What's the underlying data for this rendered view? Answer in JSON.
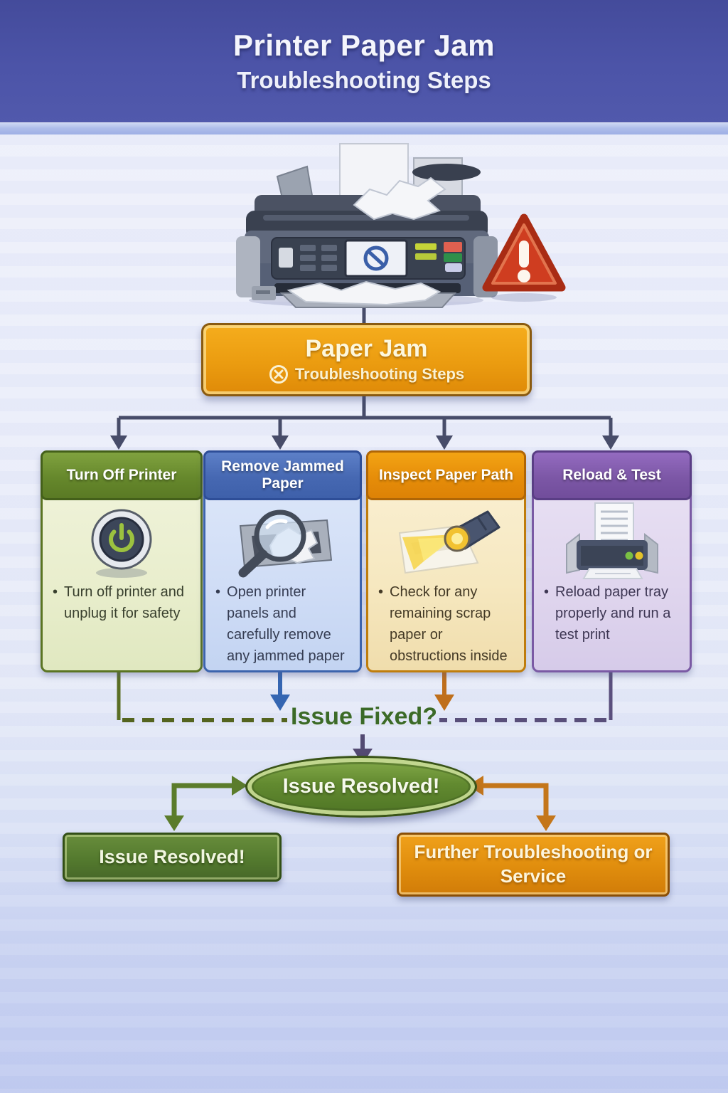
{
  "header": {
    "title": "Printer Paper Jam",
    "subtitle": "Troubleshooting Steps"
  },
  "root_node": {
    "title": "Paper Jam",
    "subtitle": "Troubleshooting Steps"
  },
  "glyphs": {
    "bullet": "•"
  },
  "steps": [
    {
      "title": "Turn Off Printer",
      "bullet": "Turn off printer and unplug it for safety",
      "icon": "power-button-icon",
      "accent": "#6b8b2f"
    },
    {
      "title": "Remove Jammed Paper",
      "bullet": "Open printer panels and carefully remove any jammed paper",
      "icon": "magnifier-jammed-paper-icon",
      "accent": "#4a70b8"
    },
    {
      "title": "Inspect Paper Path",
      "bullet": "Check for any remaining scrap paper or obstructions inside",
      "icon": "flashlight-icon",
      "accent": "#e8920e"
    },
    {
      "title": "Reload & Test",
      "bullet": "Reload paper tray properly and run a test print",
      "icon": "printer-reload-icon",
      "accent": "#8059a8"
    }
  ],
  "decision": {
    "label": "Issue Fixed?"
  },
  "resolved_node": {
    "label": "Issue Resolved!"
  },
  "outcomes": {
    "resolved": "Issue Resolved!",
    "service": "Further Troubleshooting or Service"
  },
  "colors": {
    "banner": "#4b53a6",
    "root_box": "#eda012",
    "connector": "#474c69",
    "step_green": "#6b8b2f",
    "step_blue": "#4a70b8",
    "step_orange": "#e8920e",
    "step_purple": "#8059a8",
    "resolved_green": "#5d8033",
    "service_orange": "#e8930f",
    "warning_red": "#cf3d20"
  }
}
